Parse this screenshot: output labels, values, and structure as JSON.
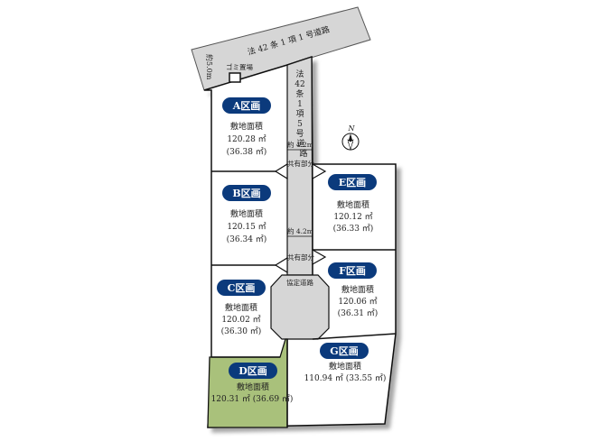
{
  "roads": {
    "main_road": "法 42 条 1 項 1 号道路",
    "main_road_width": "約5.0m",
    "private_road_lines": [
      "法",
      "42",
      "条",
      "1",
      "項",
      "5",
      "号",
      "道",
      "路"
    ],
    "garbage_area": "ゴミ置場",
    "road_width_upper": "約 4.2m",
    "road_width_lower": "約 4.2m",
    "shared_part_upper": "共有部分",
    "shared_part_lower": "共有部分",
    "designated_road": "協定道路"
  },
  "lots": [
    {
      "id": "A",
      "name": "A区画",
      "area_label": "敷地面積",
      "area": "120.28 ㎡",
      "tsubo": "(36.38 ㎡)"
    },
    {
      "id": "B",
      "name": "B区画",
      "area_label": "敷地面積",
      "area": "120.15 ㎡",
      "tsubo": "(36.34 ㎡)"
    },
    {
      "id": "C",
      "name": "C区画",
      "area_label": "敷地面積",
      "area": "120.02 ㎡",
      "tsubo": "(36.30 ㎡)"
    },
    {
      "id": "D",
      "name": "D区画",
      "area_label": "敷地面積",
      "area_line": "120.31 ㎡ (36.69 ㎡)"
    },
    {
      "id": "E",
      "name": "E区画",
      "area_label": "敷地面積",
      "area": "120.12 ㎡",
      "tsubo": "(36.33 ㎡)"
    },
    {
      "id": "F",
      "name": "F区画",
      "area_label": "敷地面積",
      "area": "120.06 ㎡",
      "tsubo": "(36.31 ㎡)"
    },
    {
      "id": "G",
      "name": "G区画",
      "area_label": "敷地面積",
      "area_line": "110.94 ㎡ (33.55 ㎡)"
    }
  ],
  "compass": {
    "label": "N"
  },
  "colors": {
    "pill": "#0b3a7c",
    "highlight_lot": "#a9c17b",
    "road_fill": "#d6d6d6",
    "line": "#111111"
  }
}
